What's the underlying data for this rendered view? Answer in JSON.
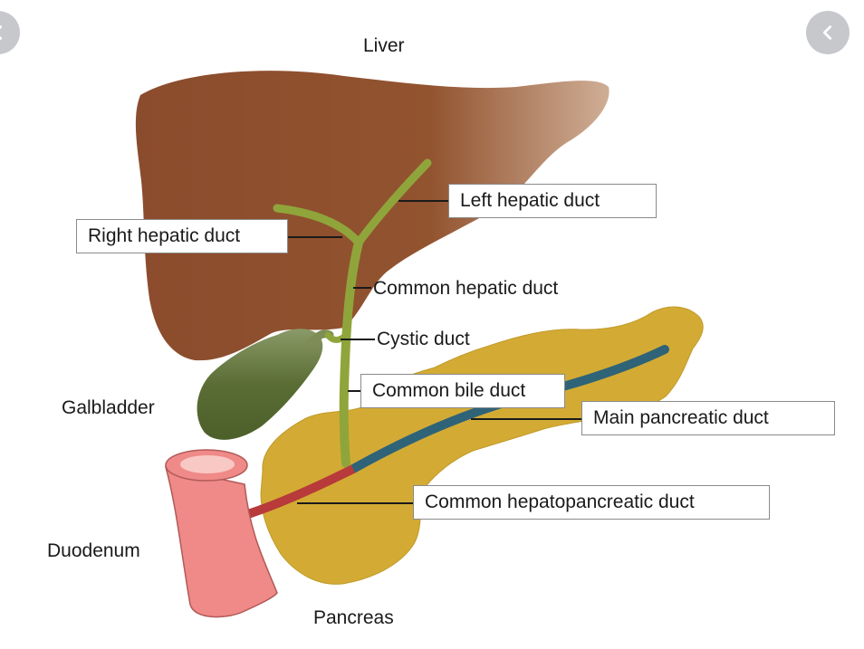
{
  "labels": {
    "liver": "Liver",
    "left_hepatic_duct": "Left hepatic duct",
    "right_hepatic_duct": "Right hepatic duct",
    "common_hepatic_duct": "Common hepatic duct",
    "cystic_duct": "Cystic duct",
    "common_bile_duct": "Common bile duct",
    "main_pancreatic_duct": "Main pancreatic duct",
    "galbladder": "Galbladder",
    "common_hepatopancreatic_duct": "Common hepatopancreatic duct",
    "duodenum": "Duodenum",
    "pancreas": "Pancreas"
  },
  "colors": {
    "liver": "#8b4a2b",
    "liver_highlight": "#c8a48a",
    "gallbladder": "#556b2f",
    "bile_duct": "#8fa53b",
    "pancreas": "#d4ad35",
    "pancreatic_duct": "#2f6378",
    "hepatopancreatic_duct": "#b83a3a",
    "duodenum": "#ef8a88",
    "nav_button": "#c6c8cc"
  },
  "nav": {
    "prev_icon": "chevron-left-icon",
    "next_icon": "chevron-left-icon"
  }
}
